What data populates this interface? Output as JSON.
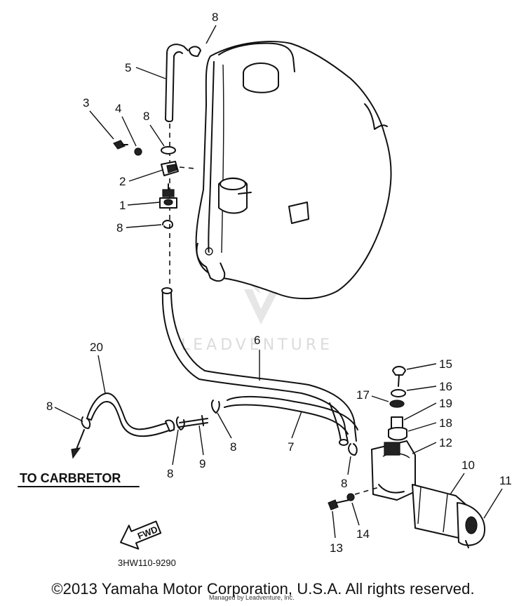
{
  "callouts": [
    "1",
    "2",
    "3",
    "4",
    "5",
    "6",
    "7",
    "8",
    "9",
    "10",
    "11",
    "12",
    "13",
    "14",
    "15",
    "16",
    "17",
    "18",
    "19",
    "20"
  ],
  "labels": {
    "to_carburetor": "TO CARBRETOR",
    "fwd": "FWD",
    "diagram_code": "3HW110-9290",
    "watermark": "LEADVENTURE",
    "copyright": "©2013 Yamaha Motor Corporation, U.S.A. All rights reserved.",
    "credit": "Managed by Leadventure, Inc."
  }
}
